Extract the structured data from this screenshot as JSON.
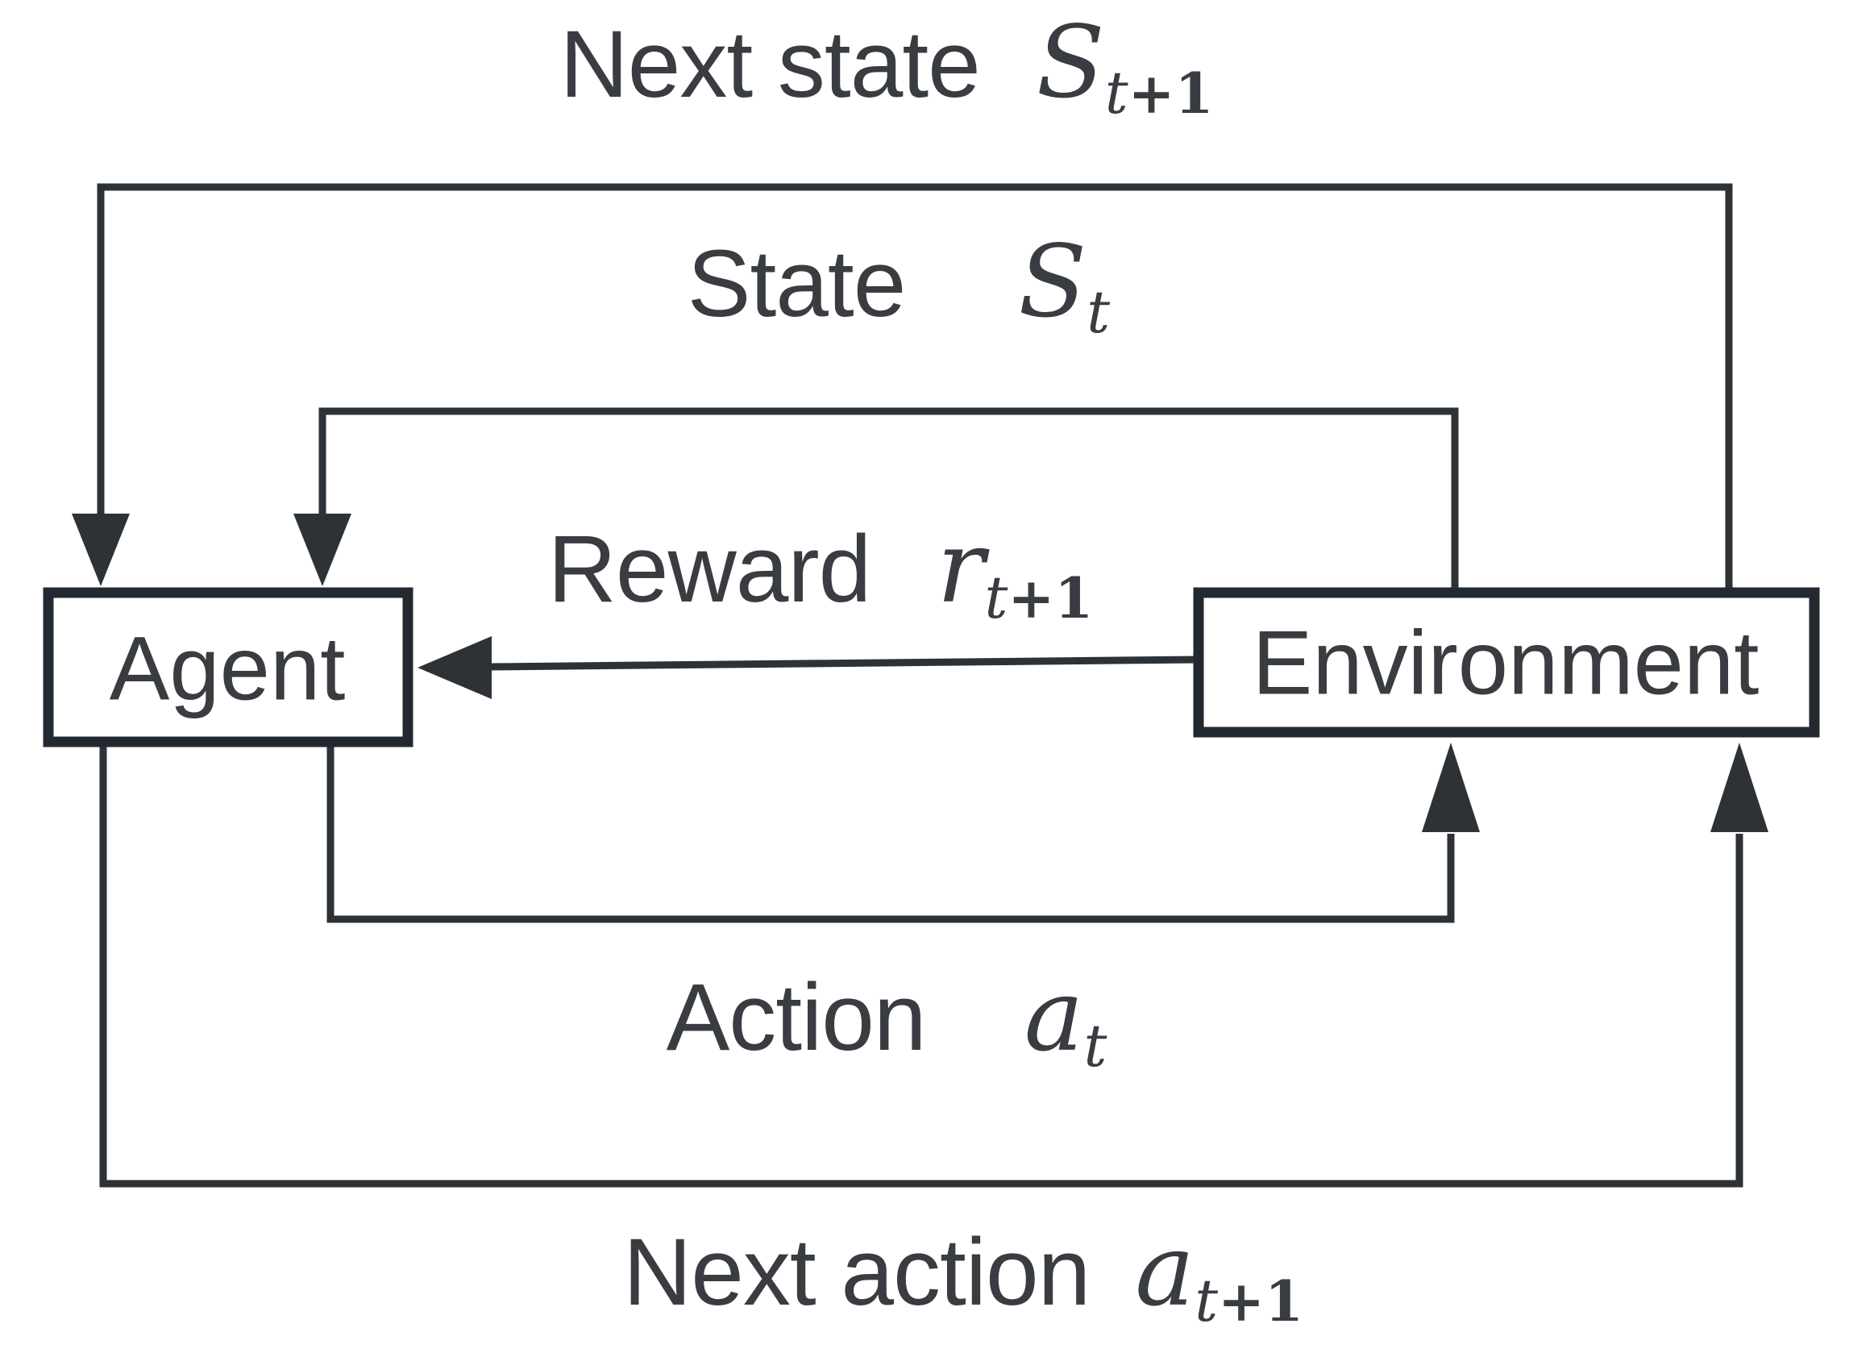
{
  "colors": {
    "background": "#ffffff",
    "line": "#2d3237",
    "box_border": "#232930",
    "text": "#393d42"
  },
  "boxes": {
    "agent": "Agent",
    "environment": "Environment"
  },
  "labels": {
    "next_state": {
      "text": "Next state",
      "sym": "S",
      "sub_var": "t",
      "sub_rest": "+1"
    },
    "state": {
      "text": "State",
      "sym": "S",
      "sub_var": "t",
      "sub_rest": ""
    },
    "reward": {
      "text": "Reward",
      "sym": "r",
      "sub_var": "t",
      "sub_rest": "+1"
    },
    "action": {
      "text": "Action",
      "sym": "a",
      "sub_var": "t",
      "sub_rest": ""
    },
    "next_action": {
      "text": "Next action",
      "sym": "a",
      "sub_var": "t",
      "sub_rest": "+1"
    }
  }
}
